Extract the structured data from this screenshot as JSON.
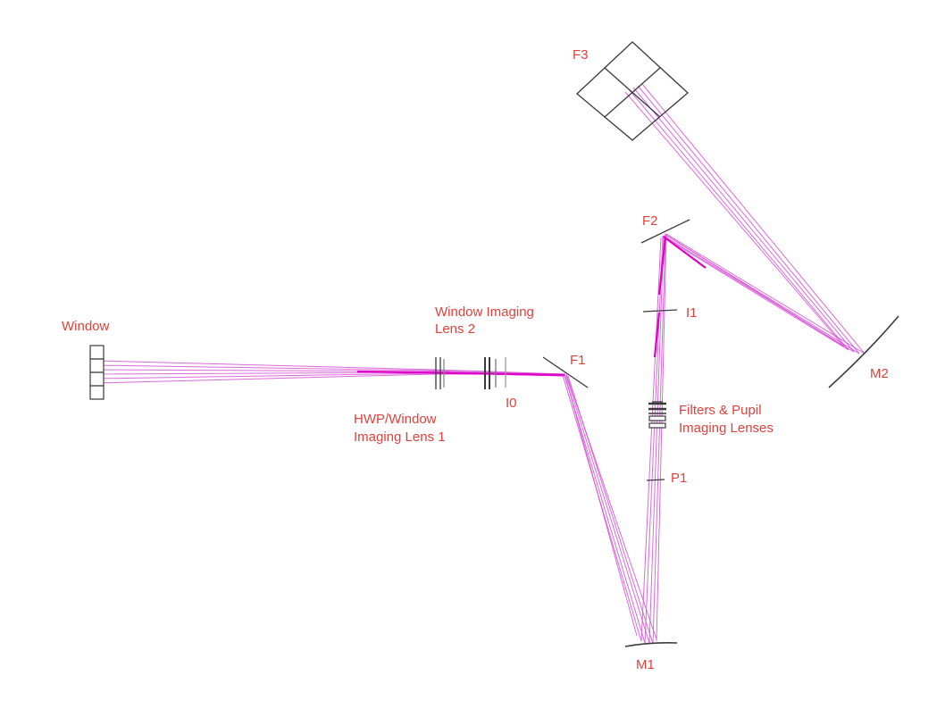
{
  "diagram": {
    "colors": {
      "label": "#e2403a",
      "beam": "#d64fd6",
      "beam_core": "#e000c8",
      "component": "#3a3a3a",
      "background": "#ffffff"
    },
    "labels": {
      "window": "Window",
      "window_imaging_lens_2_line1": "Window Imaging",
      "window_imaging_lens_2_line2": "Lens 2",
      "f1": "F1",
      "i0": "I0",
      "hwp_line1": "HWP/Window",
      "hwp_line2": "Imaging Lens 1",
      "f2": "F2",
      "f3": "F3",
      "i1": "I1",
      "filters_line1": "Filters & Pupil",
      "filters_line2": "Imaging Lenses",
      "p1": "P1",
      "m1": "M1",
      "m2": "M2"
    }
  }
}
